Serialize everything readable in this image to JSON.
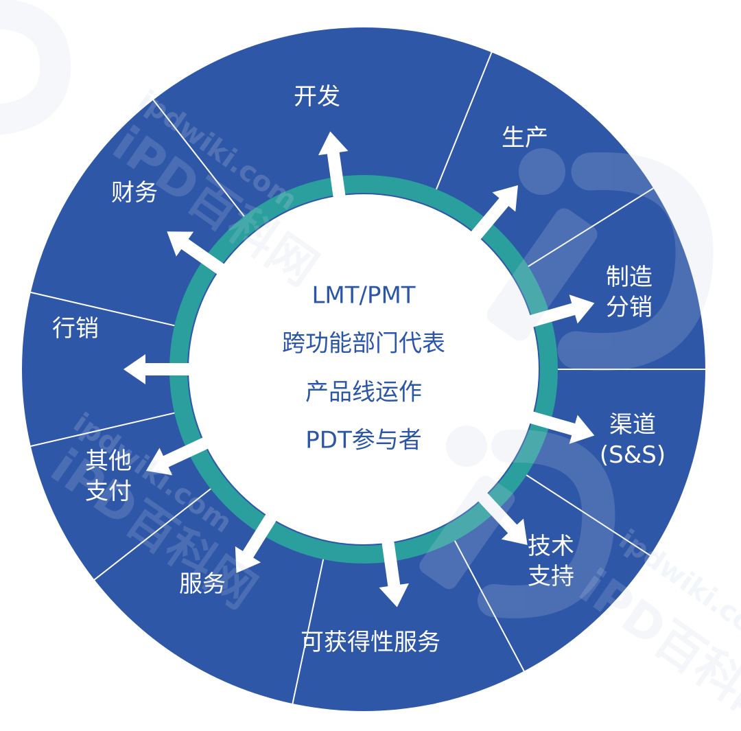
{
  "colors": {
    "segment_fill": "#2e57a8",
    "divider": "#ffffff",
    "ring": "#2a9f9d",
    "center_fill": "#ffffff",
    "center_text": "#2b56a8",
    "arrow": "#ffffff",
    "watermark": "#c9d3e6"
  },
  "center": {
    "lines": [
      "LMT/PMT",
      "跨功能部门代表",
      "产品线运作",
      "PDT参与者"
    ]
  },
  "segments": [
    {
      "id": "dev",
      "lines": [
        "开发"
      ]
    },
    {
      "id": "production",
      "lines": [
        "生产"
      ]
    },
    {
      "id": "manufacturing",
      "lines": [
        "制造",
        "分销"
      ]
    },
    {
      "id": "channel",
      "lines": [
        "渠道",
        "(S&S)"
      ]
    },
    {
      "id": "tech-support",
      "lines": [
        "技术",
        "支持"
      ]
    },
    {
      "id": "availability",
      "lines": [
        "可获得性服务"
      ]
    },
    {
      "id": "service",
      "lines": [
        "服务"
      ]
    },
    {
      "id": "other-payment",
      "lines": [
        "其他",
        "支付"
      ]
    },
    {
      "id": "marketing",
      "lines": [
        "行销"
      ]
    },
    {
      "id": "finance",
      "lines": [
        "财务"
      ]
    }
  ],
  "watermarks": [
    {
      "text": "ipdwiki.com"
    },
    {
      "text": "iPD百科网"
    },
    {
      "text": "ipdwiki.com"
    },
    {
      "text": "iPD百科网"
    },
    {
      "text": "ipdwiki.com"
    },
    {
      "text": "iPD百科网"
    }
  ]
}
